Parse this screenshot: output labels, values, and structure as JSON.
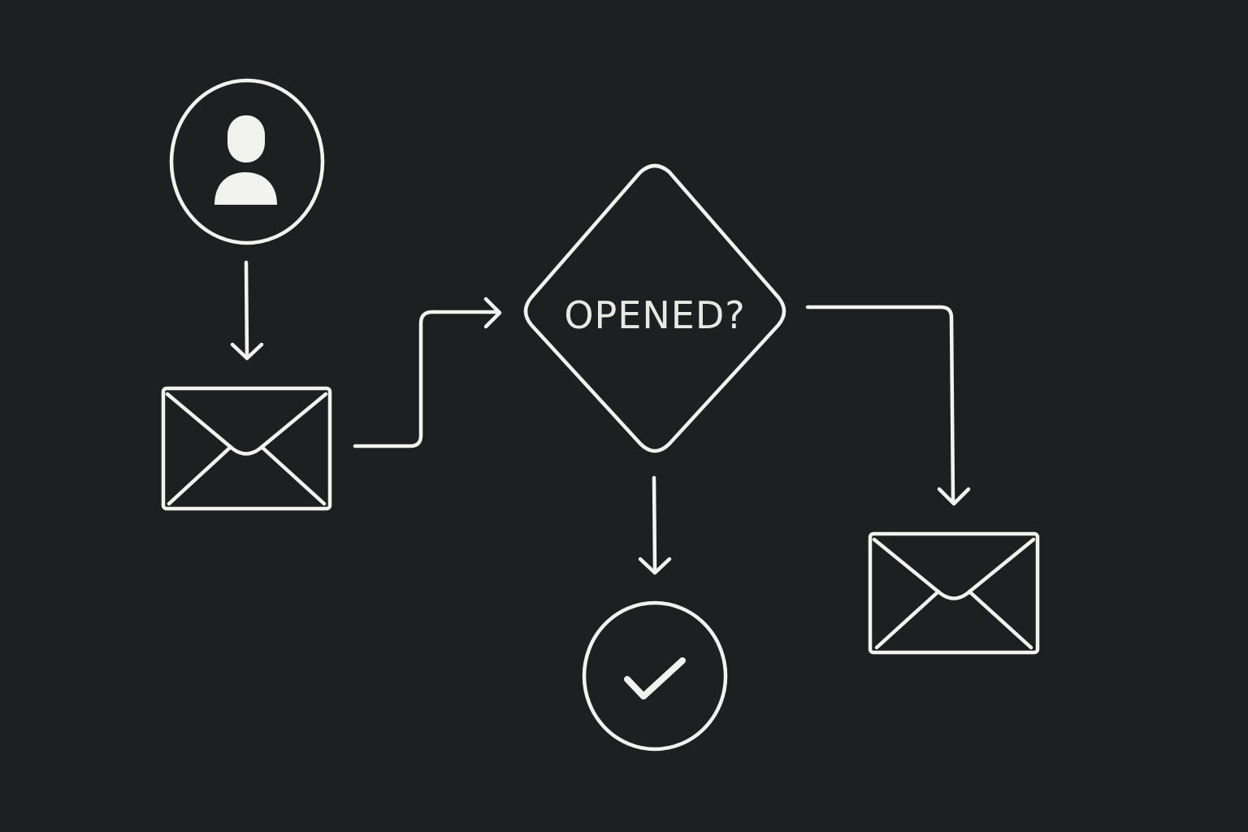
{
  "diagram": {
    "type": "flowchart",
    "background_color": "#1e1f21",
    "stroke_color": "#f2f2ef",
    "nodes": [
      {
        "id": "start",
        "shape": "circle",
        "icon": "user-icon"
      },
      {
        "id": "email-1",
        "shape": "rectangle",
        "icon": "envelope-icon"
      },
      {
        "id": "decision",
        "shape": "diamond",
        "label": "OPENED?"
      },
      {
        "id": "success",
        "shape": "circle",
        "icon": "checkmark-icon"
      },
      {
        "id": "email-2",
        "shape": "rectangle",
        "icon": "envelope-icon"
      }
    ],
    "edges": [
      {
        "from": "start",
        "to": "email-1"
      },
      {
        "from": "email-1",
        "to": "decision"
      },
      {
        "from": "decision",
        "to": "success"
      },
      {
        "from": "decision",
        "to": "email-2"
      }
    ]
  }
}
